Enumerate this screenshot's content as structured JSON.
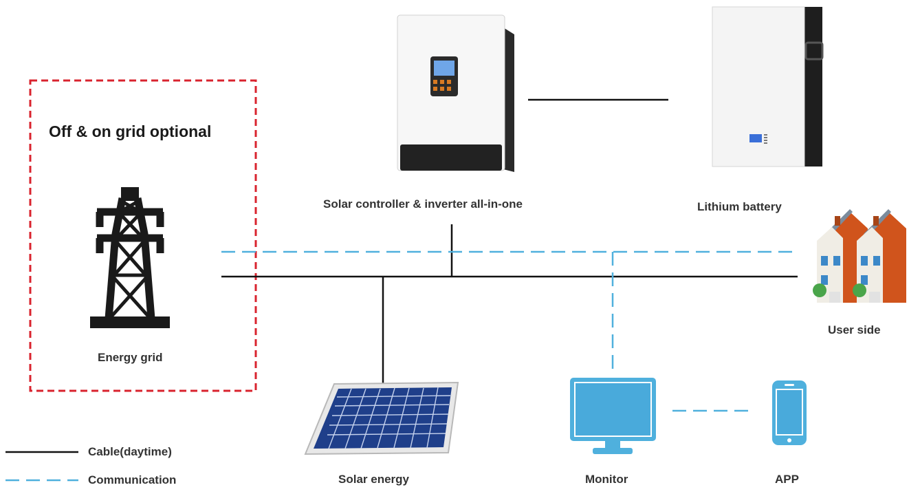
{
  "grid_box": {
    "title": "Off & on grid optional",
    "label": "Energy grid"
  },
  "devices": {
    "inverter": {
      "label": "Solar controller & inverter all-in-one",
      "icon": "inverter-icon"
    },
    "battery": {
      "label": "Lithium  battery",
      "icon": "battery-icon"
    },
    "user_side": {
      "label": "User side",
      "icon": "houses-icon"
    },
    "solar": {
      "label": "Solar energy",
      "icon": "solar-panel-icon"
    },
    "monitor": {
      "label": "Monitor",
      "icon": "monitor-icon"
    },
    "app": {
      "label": "APP",
      "icon": "smartphone-icon"
    }
  },
  "legend": [
    {
      "label": "Cable(daytime)",
      "style": "solid",
      "color": "#111111"
    },
    {
      "label": "Communication",
      "style": "dashed",
      "color": "#4fb0dd"
    }
  ],
  "colors": {
    "cable": "#111111",
    "communication": "#4fb0dd",
    "grid_border": "#d9232e",
    "label_text": "#333333"
  }
}
